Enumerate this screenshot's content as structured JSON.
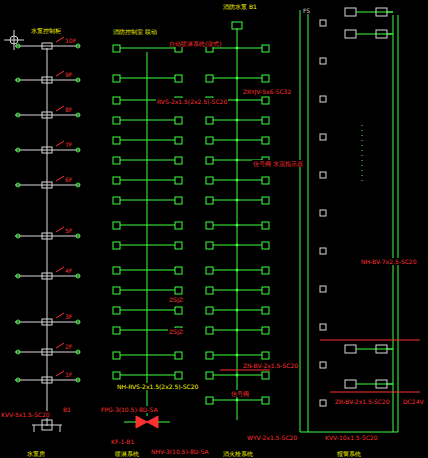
{
  "diagram": {
    "labels": [
      "水泵控制柜",
      "消防控制室 联动",
      "自动喷淋系统(湿式)",
      "消防水泵 B1",
      "FS",
      "ZRYJV-5x6-SC32",
      "RVS-2x1.5(2x2.5)-SC20",
      "信号阀 水流指示器",
      "10F",
      "9F",
      "8F",
      "7F",
      "6F",
      "5F",
      "4F",
      "3F",
      "2F",
      "1F",
      "ZSJZ",
      "ZSJZ",
      "ZN-BV-2x1.5-SC20",
      "信号阀",
      "NH-RVS-2x1.5(2x2.5)-SC20",
      "FPG-3(10.5)-8D-SA",
      "KVV-5x1.5-SC20",
      "B1",
      "KF-1-B1",
      "NHV-3(10.5)-8D-SA",
      "WYV-2x1.5-SC20",
      "KVV-10x1.5-SC20",
      "NH-BV-7x2.5-SC20",
      "ZR-BV-2x1.5-SC20",
      "DC24V",
      "水泵房",
      "喷淋系统",
      "消火栓系统",
      "报警系统"
    ]
  }
}
